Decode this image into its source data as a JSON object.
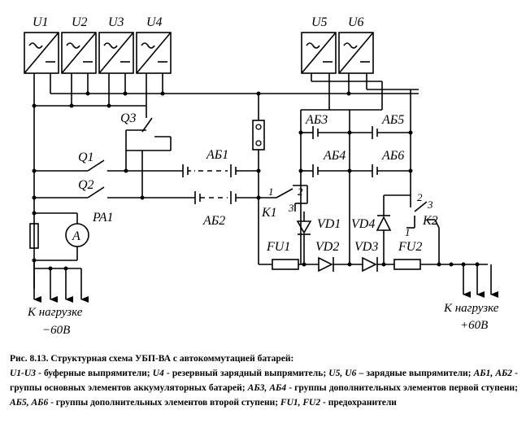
{
  "units": {
    "u1": "U1",
    "u2": "U2",
    "u3": "U3",
    "u4": "U4",
    "u5": "U5",
    "u6": "U6"
  },
  "switches": {
    "q1": "Q1",
    "q2": "Q2",
    "q3": "Q3"
  },
  "meter": {
    "label": "PA1",
    "symbol": "A"
  },
  "batteries": {
    "ab1": "АБ1",
    "ab2": "АБ2",
    "ab3": "АБ3",
    "ab4": "АБ4",
    "ab5": "АБ5",
    "ab6": "АБ6"
  },
  "relays": {
    "k1": "K1",
    "k2": "K2"
  },
  "contacts": {
    "k1_1": "1",
    "k1_2": "2",
    "k1_3": "3",
    "k2_1": "1",
    "k2_2": "2",
    "k2_3": "3"
  },
  "diodes": {
    "vd1": "VD1",
    "vd2": "VD2",
    "vd3": "VD3",
    "vd4": "VD4"
  },
  "fuses": {
    "fu1": "FU1",
    "fu2": "FU2"
  },
  "loads": {
    "left_line1": "К нагрузке",
    "left_line2": "−60В",
    "right_line1": "К нагрузке",
    "right_line2": "+60В"
  },
  "caption": {
    "title": "Рис. 8.13. Структурная схема УБП-ВА с автокоммутацией батарей:",
    "p1_name": "U1-U3",
    "p1_text": " - буферные выпрямители; ",
    "p2_name": "U4",
    "p2_text": " - резервный зарядный выпрямитель; ",
    "p3_name": "U5, U6",
    "p3_text": " – зарядные выпрямители; ",
    "p4_name": "АБ1, АБ2",
    "p4_text": " - группы основных элементов аккумуляторных батарей; ",
    "p5_name": "АБ3, АБ4",
    "p5_text": " - группы дополнительных элементов первой ступени; ",
    "p6_name": "АБ5, АБ6",
    "p6_text": " - группы дополнительных элементов второй ступени; ",
    "p7_name": "FU1, FU2",
    "p7_text": " - предохранители"
  }
}
